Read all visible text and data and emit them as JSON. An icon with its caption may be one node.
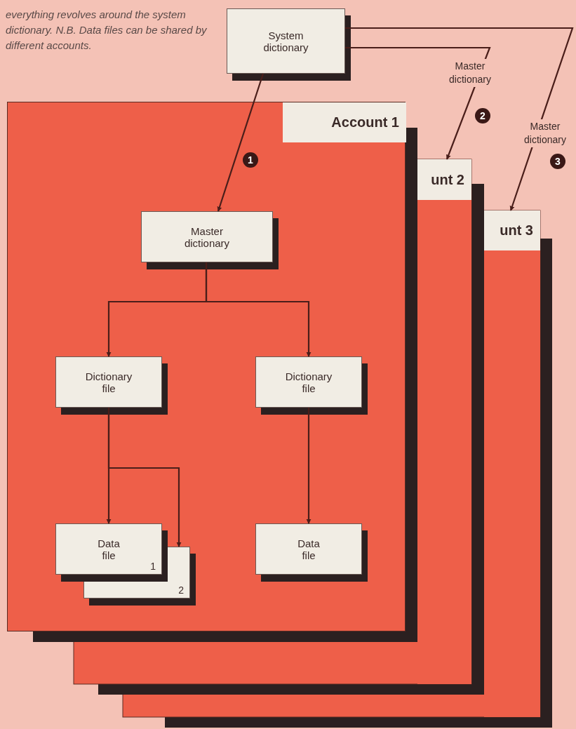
{
  "diagram": {
    "nodes": [
      {
        "text": [
          "System dictionary"
        ]
      },
      {
        "text": [
          "Account 1"
        ]
      },
      {
        "text": [
          "Master dictionary"
        ],
        "in": 1
      },
      {
        "text": [
          "Dictionary file"
        ],
        "in": 1
      },
      {
        "text": [
          "Dictionary file"
        ],
        "in": 1
      },
      {
        "text": [
          "2"
        ],
        "in": 1
      },
      {
        "text": [
          "Data file",
          "1"
        ],
        "in": 1
      },
      {
        "text": [
          "Data file"
        ],
        "in": 1
      },
      {
        "text": [
          "unt 2"
        ]
      },
      {
        "text": [
          "unt 3"
        ]
      }
    ],
    "edges": [
      {
        "from": 0,
        "to": 2,
        "arrow": "to"
      },
      {
        "from": 2,
        "to": 3,
        "arrow": "to"
      },
      {
        "from": 2,
        "to": 4,
        "arrow": "to"
      },
      {
        "from": 3,
        "to": 6,
        "arrow": "to"
      },
      {
        "from": 3,
        "to": 5,
        "arrow": "to"
      },
      {
        "from": 4,
        "to": 7,
        "arrow": "to"
      },
      {
        "from": 0,
        "to": 8,
        "arrow": "to",
        "label": "Master dictionary"
      },
      {
        "from": 0,
        "to": 9,
        "arrow": "to",
        "label": "Master dictionary"
      }
    ],
    "labels": [
      "everything revolves around the system dictionary. N.B. Data files can be shared by different accounts.",
      "1",
      "2",
      "3"
    ]
  }
}
